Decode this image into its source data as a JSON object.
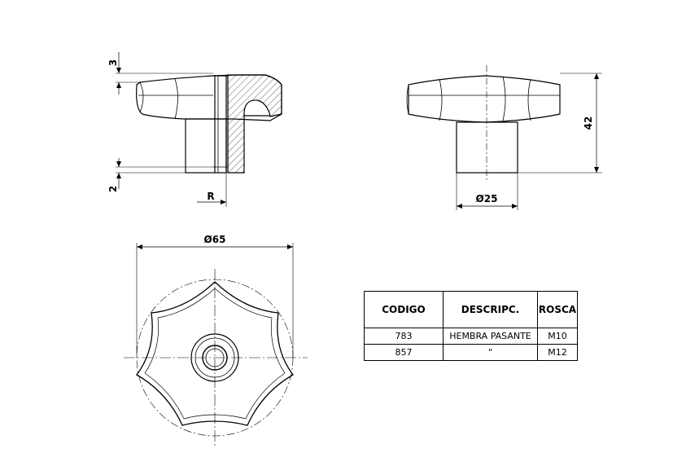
{
  "dimensions": {
    "top_thickness": "3",
    "bottom_offset": "2",
    "radius": "R",
    "base_diameter": "Ø25",
    "total_height": "42",
    "knob_diameter": "Ø65"
  },
  "table": {
    "headers": [
      "CODIGO",
      "DESCRIPC.",
      "ROSCA"
    ],
    "rows": [
      [
        "783",
        "HEMBRA PASANTE",
        "M10"
      ],
      [
        "857",
        "\"",
        "M12"
      ]
    ]
  },
  "colors": {
    "line": "#000000",
    "background": "#ffffff"
  }
}
